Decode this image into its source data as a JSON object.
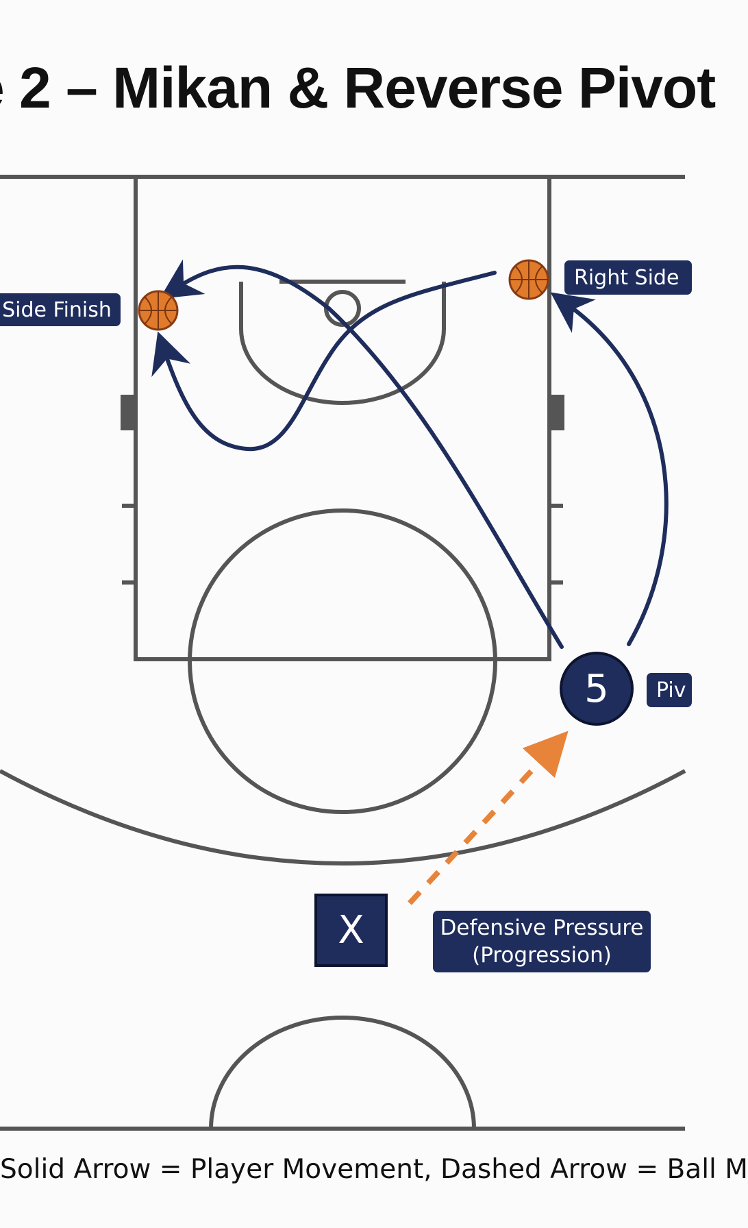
{
  "title": "e 2 – Mikan & Reverse Pivot",
  "labels": {
    "left_finish": "Side Finish",
    "right_finish": "Right Side",
    "pivot": "Piv",
    "defense": "Defensive Pressure\n(Progression)"
  },
  "players": {
    "offense": "5",
    "defense": "X"
  },
  "legend": "Solid Arrow = Player Movement, Dashed Arrow = Ball M",
  "colors": {
    "navy": "#1f2d5c",
    "orange": "#e8833a",
    "court_line": "#555555"
  },
  "icons": [
    "basketball-icon",
    "basketball-icon"
  ]
}
